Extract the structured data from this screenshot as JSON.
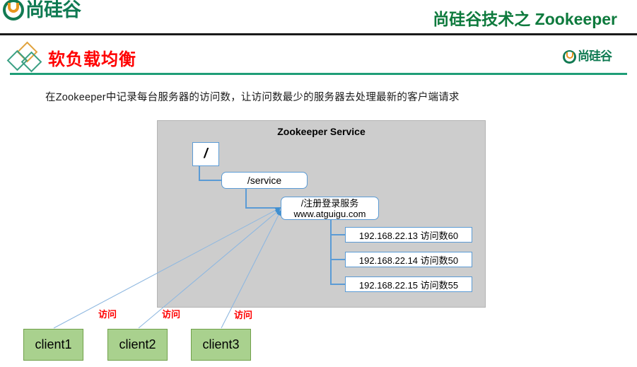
{
  "header": {
    "brand_logo_text": "尚硅谷",
    "title": "尚硅谷技术之 Zookeeper",
    "title_color": "#0e7a3d",
    "rule_color": "#1a1a1a"
  },
  "section": {
    "title": "软负载均衡",
    "title_color": "#ff0000",
    "brand_logo_text": "尚硅谷",
    "rule_color": "#1f9e77",
    "diamond_gold_color": "#e0a23c",
    "diamond_teal_color": "#3aa083"
  },
  "body": {
    "paragraph": "在Zookeeper中记录每台服务器的访问数，让访问数最少的服务器去处理最新的客户端请求"
  },
  "diagram": {
    "panel_title": "Zookeeper Service",
    "panel_bg": "#cdcdcd",
    "node_border_color": "#5b9bd5",
    "nodes": {
      "root": "/",
      "service": "/service",
      "register_line1": "/注册登录服务",
      "register_line2": "www.atguigu.com"
    },
    "servers": [
      {
        "label": "192.168.22.13  访问数60",
        "ip": "192.168.22.13",
        "visits": 60
      },
      {
        "label": "192.168.22.14 访问数50",
        "ip": "192.168.22.14",
        "visits": 50
      },
      {
        "label": "192.168.22.15 访问数55",
        "ip": "192.168.22.15",
        "visits": 55
      }
    ],
    "access_labels": [
      "访问",
      "访问",
      "访问"
    ],
    "clients": [
      "client1",
      "client2",
      "client3"
    ],
    "client_fill": "#a9d18e",
    "client_border": "#70a04a",
    "arrow_color": "#5b9bd5"
  },
  "footer": {
    "watermark": ""
  }
}
